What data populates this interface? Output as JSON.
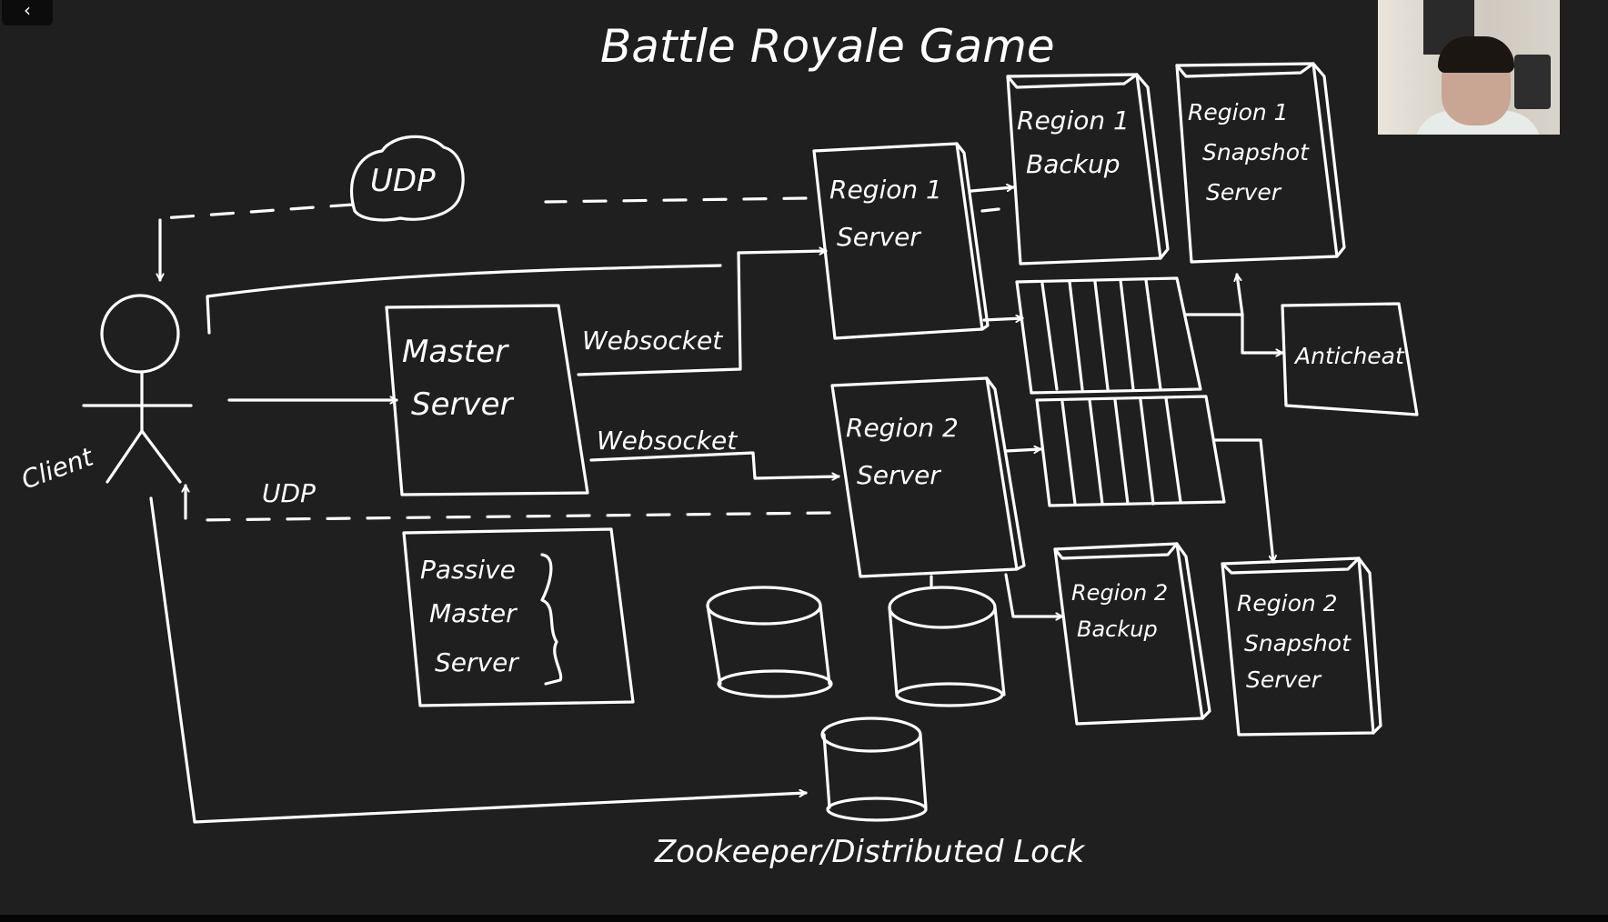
{
  "title": "Battle Royale Game",
  "labels": {
    "udp_top": "UDP",
    "udp_bottom": "UDP",
    "websocket_top": "Websocket",
    "websocket_bottom": "Websocket",
    "client": "Client"
  },
  "boxes": {
    "master_server": [
      "Master",
      "Server"
    ],
    "passive_master_server": [
      "Passive",
      "Master",
      "Server"
    ],
    "region1_server": [
      "Region 1",
      "Server"
    ],
    "region2_server": [
      "Region 2",
      "Server"
    ],
    "region1_backup": [
      "Region 1",
      "Backup"
    ],
    "region1_snapshot": [
      "Region 1",
      "Snapshot",
      "Server"
    ],
    "region2_backup": [
      "Region 2",
      "Backup"
    ],
    "region2_snapshot": [
      "Region 2",
      "Snapshot",
      "Server"
    ],
    "anticheat": "Anticheat"
  },
  "databases": {
    "zookeeper_label": "Zookeeper/Distributed Lock"
  },
  "ui": {
    "back_label": "‹"
  },
  "colors": {
    "background": "#1f1f1f",
    "ink": "#ffffff"
  }
}
